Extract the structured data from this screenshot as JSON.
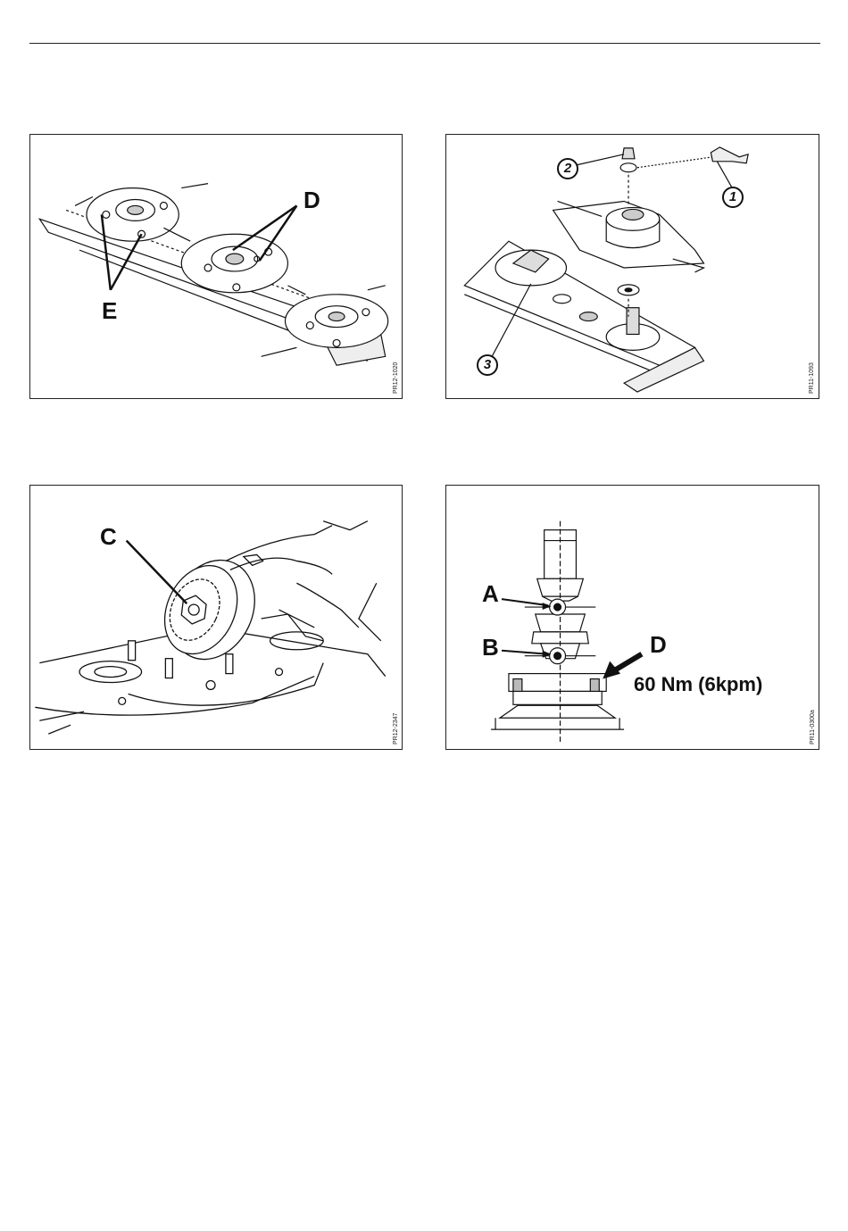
{
  "figures": {
    "fig1": {
      "ref": "PR12-1020",
      "labels": {
        "d": "D",
        "e": "E"
      }
    },
    "fig2": {
      "ref": "PR11-1093",
      "labels": {
        "one": "1",
        "two": "2",
        "three": "3"
      }
    },
    "fig3": {
      "ref": "PR12-2347",
      "labels": {
        "c": "C"
      }
    },
    "fig4": {
      "ref": "PR11-0300a",
      "labels": {
        "a": "A",
        "b": "B",
        "d": "D"
      },
      "torque": "60 Nm (6kpm)"
    }
  }
}
